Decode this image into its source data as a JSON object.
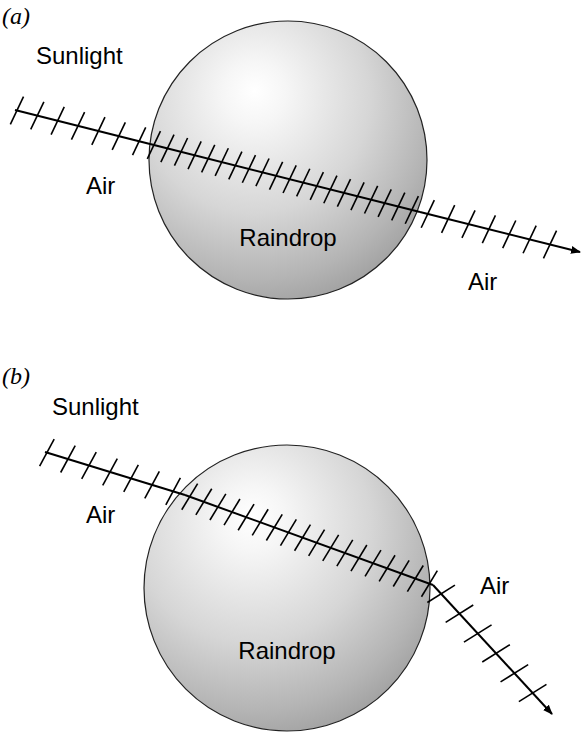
{
  "diagram": {
    "nodes": [
      {
        "text": [
          "Raindrop"
        ]
      },
      {
        "text": [
          "Raindrop"
        ]
      }
    ],
    "labels": [
      "(a)",
      "Sunlight",
      "Air",
      "Air",
      "(b)",
      "Sunlight",
      "Air",
      "Air"
    ]
  }
}
